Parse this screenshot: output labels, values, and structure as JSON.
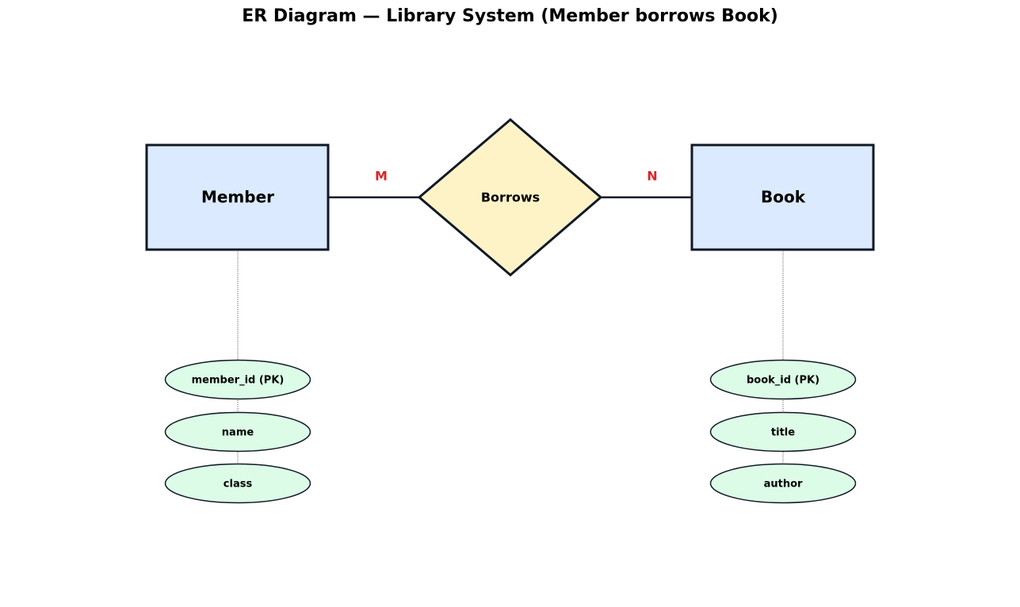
{
  "title": "ER Diagram — Library System (Member borrows Book)",
  "colors": {
    "entity_fill": "#dbeafe",
    "relationship_fill": "#fef3c7",
    "attribute_fill": "#dcfce7",
    "stroke": "#111827",
    "cardinality": "#dc2626"
  },
  "entities": {
    "member": {
      "label": "Member",
      "attributes": [
        "member_id (PK)",
        "name",
        "class"
      ]
    },
    "book": {
      "label": "Book",
      "attributes": [
        "book_id (PK)",
        "title",
        "author"
      ]
    }
  },
  "relationship": {
    "label": "Borrows"
  },
  "cardinality": {
    "left": "M",
    "right": "N"
  }
}
